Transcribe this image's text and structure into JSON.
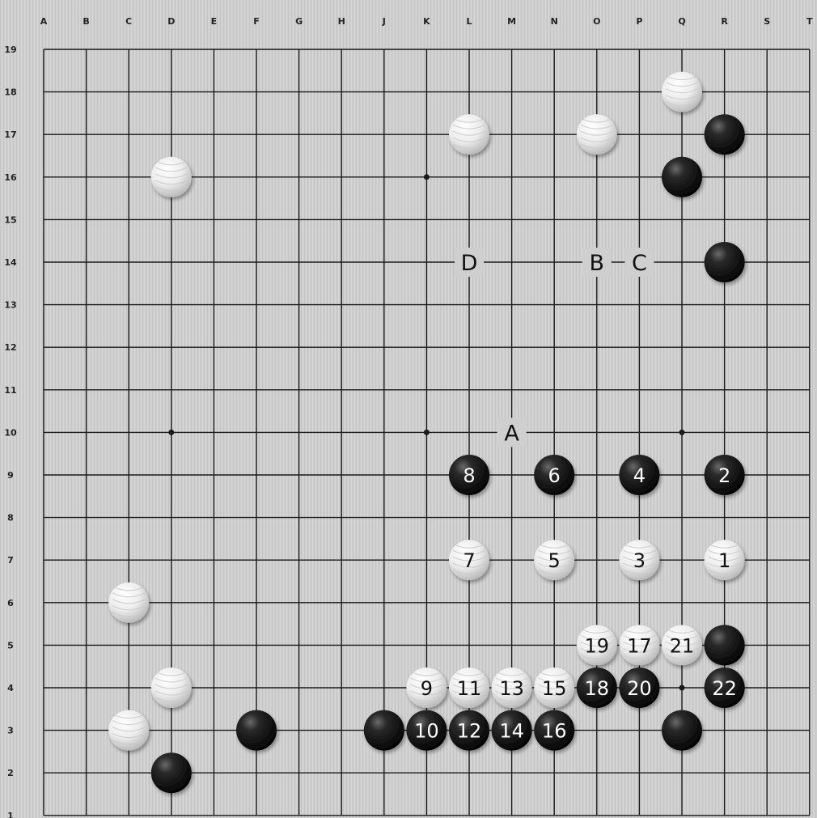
{
  "board": {
    "size": 19,
    "column_labels": [
      "A",
      "B",
      "C",
      "D",
      "E",
      "F",
      "G",
      "H",
      "J",
      "K",
      "L",
      "M",
      "N",
      "O",
      "P",
      "Q",
      "R",
      "S",
      "T"
    ],
    "row_labels": [
      "19",
      "18",
      "17",
      "16",
      "15",
      "14",
      "13",
      "12",
      "11",
      "10",
      "9",
      "8",
      "7",
      "6",
      "5",
      "4",
      "3",
      "2",
      "1"
    ],
    "colors": {
      "background": "#cfcfcf",
      "line": "#1a1a1a",
      "black_stone": "#151515",
      "white_stone": "#eeeeee"
    },
    "hoshi": [
      "D16",
      "K16",
      "D10",
      "K10",
      "Q10",
      "Q4"
    ]
  },
  "stones": [
    {
      "point": "D16",
      "color": "white",
      "label": ""
    },
    {
      "point": "L17",
      "color": "white",
      "label": ""
    },
    {
      "point": "O17",
      "color": "white",
      "label": ""
    },
    {
      "point": "Q18",
      "color": "white",
      "label": ""
    },
    {
      "point": "R17",
      "color": "black",
      "label": ""
    },
    {
      "point": "Q16",
      "color": "black",
      "label": ""
    },
    {
      "point": "R14",
      "color": "black",
      "label": ""
    },
    {
      "point": "C6",
      "color": "white",
      "label": ""
    },
    {
      "point": "D4",
      "color": "white",
      "label": ""
    },
    {
      "point": "C3",
      "color": "white",
      "label": ""
    },
    {
      "point": "D2",
      "color": "black",
      "label": ""
    },
    {
      "point": "F3",
      "color": "black",
      "label": ""
    },
    {
      "point": "J3",
      "color": "black",
      "label": ""
    },
    {
      "point": "Q3",
      "color": "black",
      "label": ""
    },
    {
      "point": "R5",
      "color": "black",
      "label": ""
    },
    {
      "point": "R7",
      "color": "white",
      "label": "1"
    },
    {
      "point": "R9",
      "color": "black",
      "label": "2"
    },
    {
      "point": "P7",
      "color": "white",
      "label": "3"
    },
    {
      "point": "P9",
      "color": "black",
      "label": "4"
    },
    {
      "point": "N7",
      "color": "white",
      "label": "5"
    },
    {
      "point": "N9",
      "color": "black",
      "label": "6"
    },
    {
      "point": "L7",
      "color": "white",
      "label": "7"
    },
    {
      "point": "L9",
      "color": "black",
      "label": "8"
    },
    {
      "point": "K4",
      "color": "white",
      "label": "9"
    },
    {
      "point": "K3",
      "color": "black",
      "label": "10"
    },
    {
      "point": "L4",
      "color": "white",
      "label": "11"
    },
    {
      "point": "L3",
      "color": "black",
      "label": "12"
    },
    {
      "point": "M4",
      "color": "white",
      "label": "13"
    },
    {
      "point": "M3",
      "color": "black",
      "label": "14"
    },
    {
      "point": "N4",
      "color": "white",
      "label": "15"
    },
    {
      "point": "N3",
      "color": "black",
      "label": "16"
    },
    {
      "point": "P5",
      "color": "white",
      "label": "17"
    },
    {
      "point": "O4",
      "color": "black",
      "label": "18"
    },
    {
      "point": "O5",
      "color": "white",
      "label": "19"
    },
    {
      "point": "P4",
      "color": "black",
      "label": "20"
    },
    {
      "point": "Q5",
      "color": "white",
      "label": "21"
    },
    {
      "point": "R4",
      "color": "black",
      "label": "22"
    }
  ],
  "point_labels": [
    {
      "point": "M10",
      "label": "A"
    },
    {
      "point": "O14",
      "label": "B"
    },
    {
      "point": "P14",
      "label": "C"
    },
    {
      "point": "L14",
      "label": "D"
    }
  ]
}
